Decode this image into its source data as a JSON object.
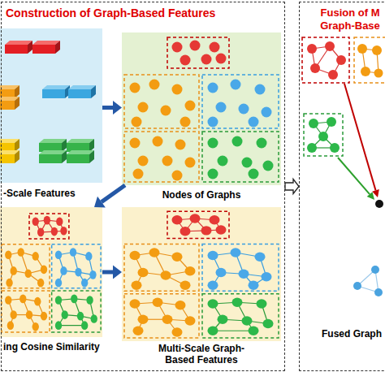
{
  "diagram": {
    "nodes": [
      {
        "text": [
          "Construction of Graph-Based Features"
        ]
      },
      {
        "text": [
          "-Scale Features"
        ],
        "in": 0
      },
      {
        "text": [
          "Nodes of Graphs"
        ],
        "in": 0
      },
      {
        "text": [
          "ing Cosine Similarity"
        ],
        "in": 0
      },
      {
        "text": [
          "Multi-Scale Graph-Based Features"
        ],
        "in": 0
      },
      {
        "text": [
          "Fusion of M Graph-Base"
        ]
      }
    ],
    "edges": [
      {
        "from": 1,
        "to": 2,
        "arrow": "to"
      },
      {
        "from": 2,
        "to": 3,
        "arrow": "to"
      },
      {
        "from": 3,
        "to": 4,
        "arrow": "to"
      },
      {
        "from": 0,
        "to": 5,
        "arrow": "to"
      }
    ],
    "labels": [
      "Fused Graph"
    ]
  }
}
